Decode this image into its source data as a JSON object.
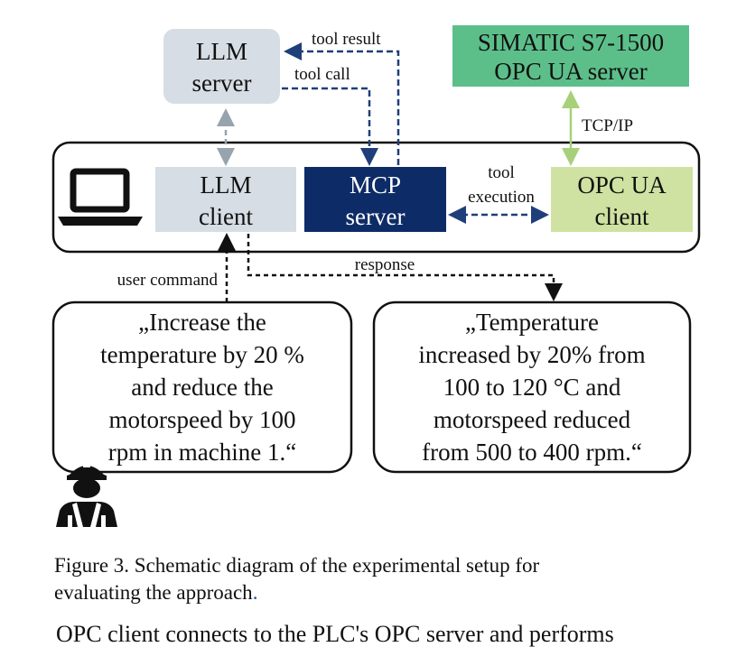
{
  "diagram": {
    "nodes": {
      "llm_server": [
        "LLM",
        "server"
      ],
      "simatic": [
        "SIMATIC S7-1500",
        "OPC UA server"
      ],
      "llm_client": [
        "LLM",
        "client"
      ],
      "mcp_server": [
        "MCP",
        "server"
      ],
      "opc_client": [
        "OPC UA",
        "client"
      ]
    },
    "edges": {
      "tool_result": "tool result",
      "tool_call": "tool call",
      "tcp_ip": "TCP/IP",
      "tool_execution": [
        "tool",
        "execution"
      ],
      "user_command": "user command",
      "response": "response"
    },
    "bubbles": {
      "user": [
        "„Increase the",
        "temperature by 20 %",
        "and reduce the",
        "motorspeed by 100",
        "rpm in machine 1.“"
      ],
      "result": [
        "„Temperature",
        "increased by 20% from",
        "100 to 120 °C and",
        "motorspeed reduced",
        "from 500 to 400 rpm.“"
      ]
    },
    "icons": [
      "laptop-icon",
      "worker-icon"
    ],
    "colors": {
      "llm_box": "#d6dde4",
      "mcp_box": "#0d2b66",
      "simatic_box": "#5cbf8a",
      "opc_client_box": "#cfe2a2",
      "dashed_arrow": "#1f3f7a",
      "grey_arrow": "#97a3ad",
      "green_arrow": "#a6d17a"
    }
  },
  "caption": {
    "line1": "Figure 3. Schematic diagram of the experimental setup for",
    "line2": "evaluating the approach",
    "line2_end": "."
  },
  "body_text_cut": "OPC client connects to the PLC's OPC server and performs"
}
